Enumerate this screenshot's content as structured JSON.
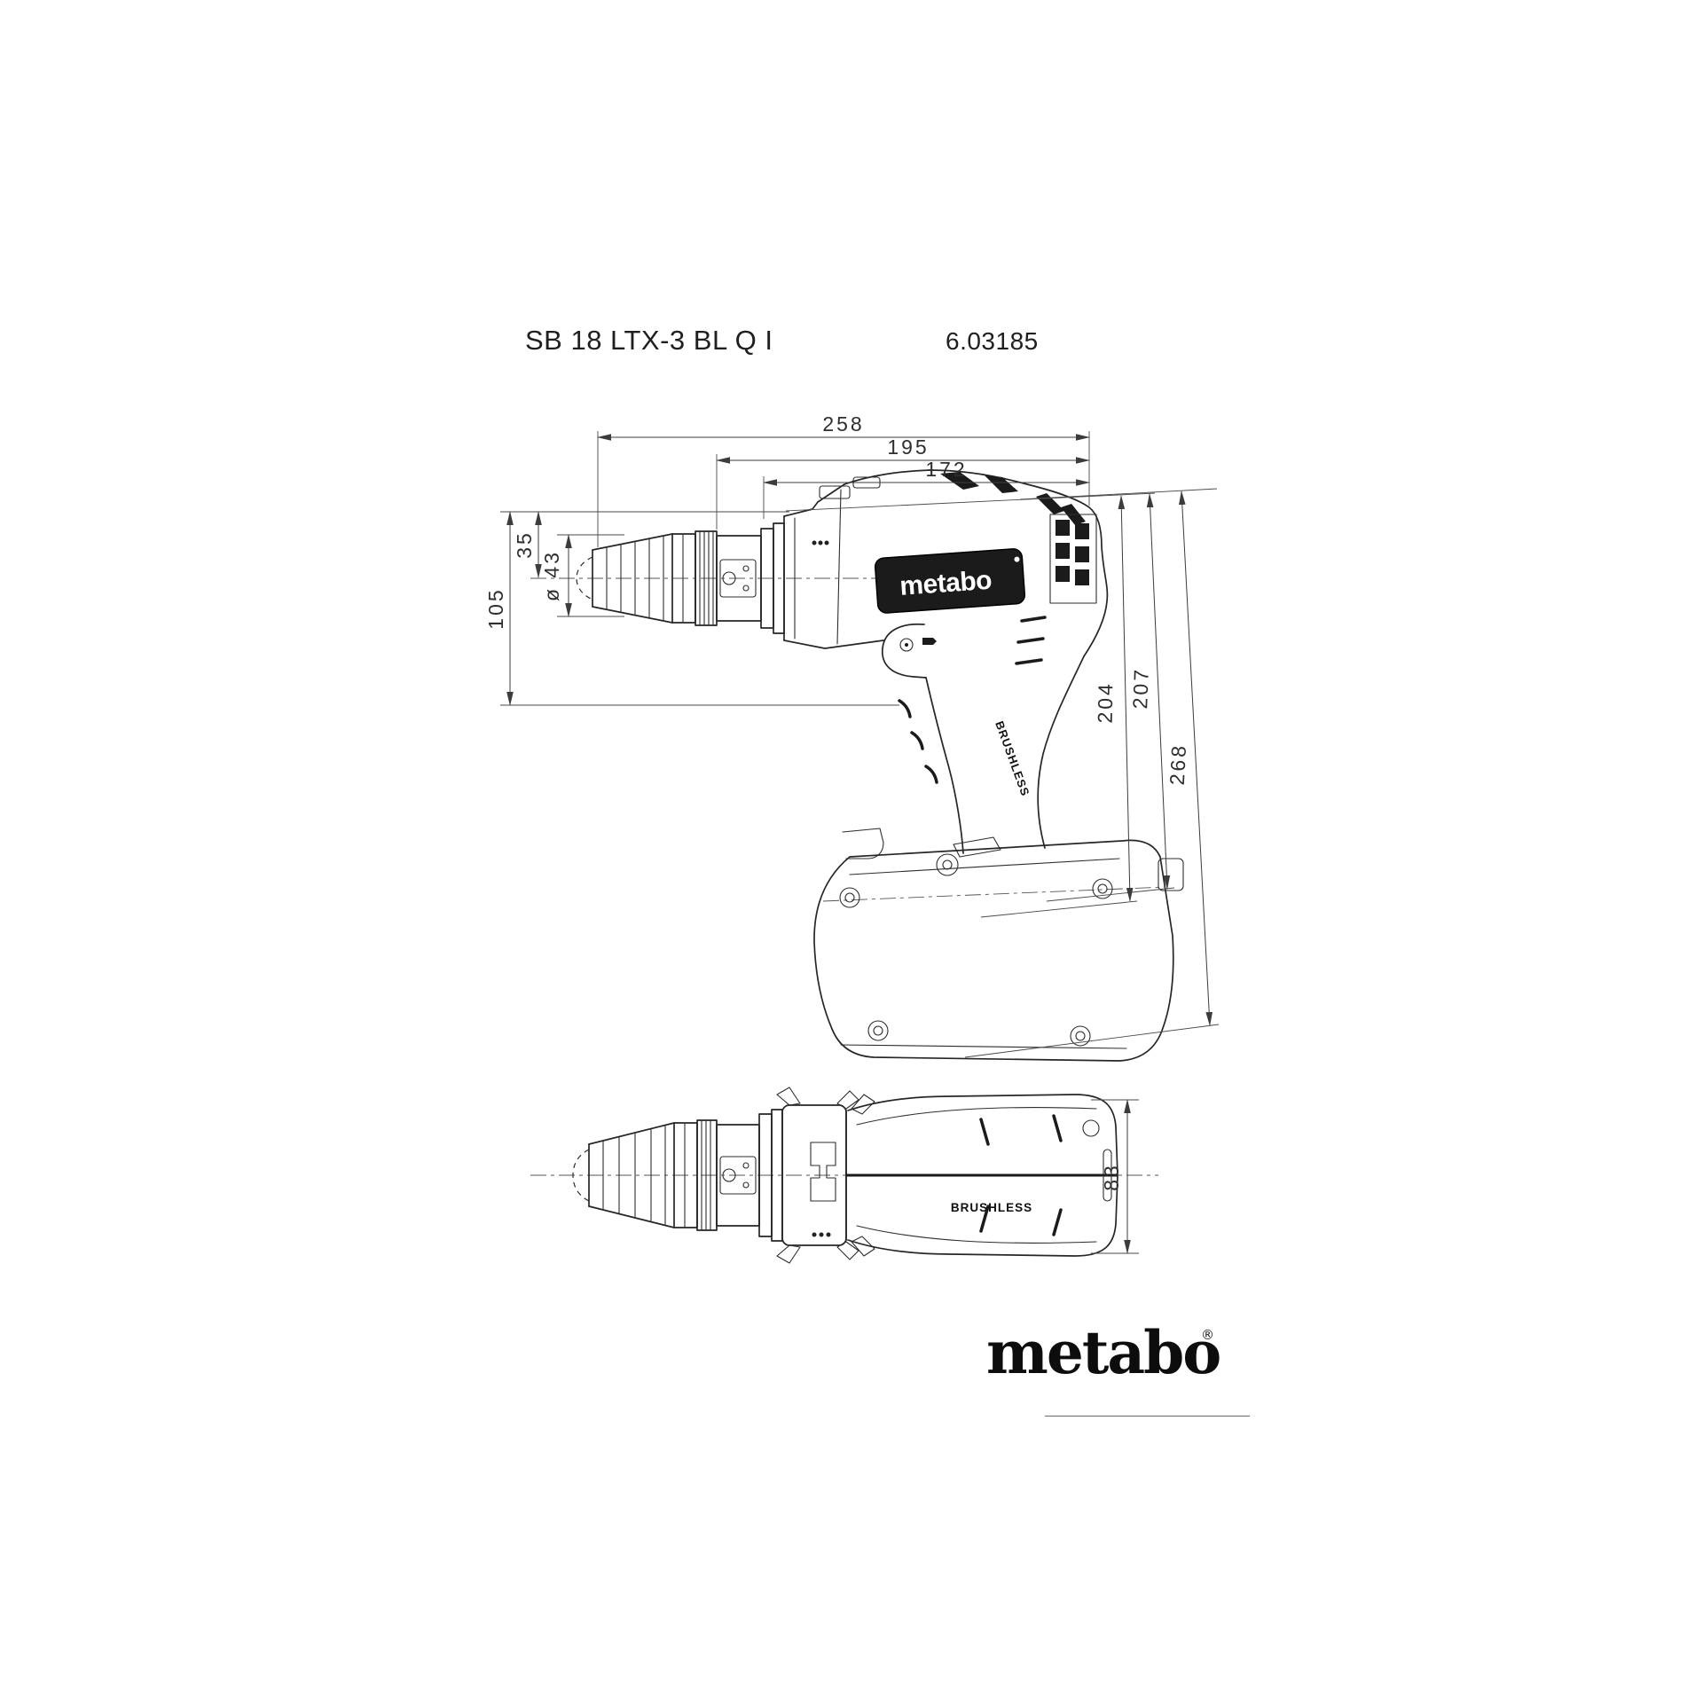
{
  "header": {
    "model": "SB 18 LTX-3 BL Q I",
    "article_number": "6.03185"
  },
  "colors": {
    "ink": "#1f1f1f",
    "drawing_line": "#262626",
    "dimension_line": "#3c3c3c"
  },
  "side_view": {
    "dimensions": {
      "overall_length": "258",
      "length_without_chuck": "195",
      "housing_length": "172",
      "axis_to_top": "35",
      "chuck_diameter": "ø 43",
      "front_height": "105",
      "height_to_battery_top_front": "204",
      "height_to_battery_top_rear": "207",
      "overall_height": "268"
    },
    "markings": {
      "brand_plate": "metabo",
      "motor_type": "BRUSHLESS"
    }
  },
  "top_view": {
    "dimensions": {
      "housing_width": "83"
    },
    "markings": {
      "motor_type": "BRUSHLESS"
    }
  },
  "footer": {
    "wordmark": "metabo",
    "registered": "®"
  }
}
